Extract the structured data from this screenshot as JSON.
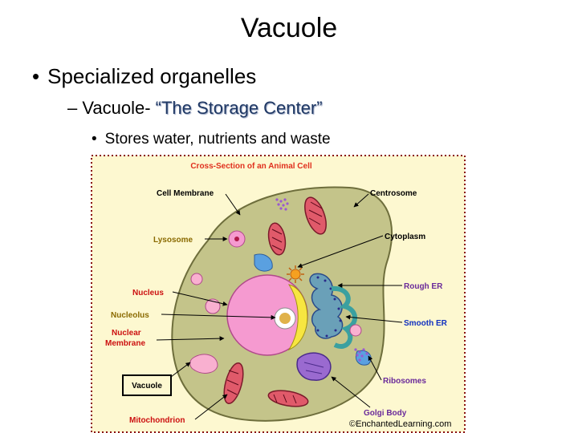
{
  "slide": {
    "title": "Vacuole",
    "bullet1": "Specialized organelles",
    "bullet2_prefix": "– Vacuole- ",
    "bullet2_quote": "“The Storage Center”",
    "bullet3": "Stores water, nutrients and waste"
  },
  "diagram": {
    "title": "Cross-Section of an Animal Cell",
    "copyright": "©EnchantedLearning.com",
    "labels": {
      "cell_membrane": "Cell Membrane",
      "centrosome": "Centrosome",
      "lysosome": "Lysosome",
      "cytoplasm": "Cytoplasm",
      "nucleus": "Nucleus",
      "rough_er": "Rough ER",
      "nucleolus": "Nucleolus",
      "smooth_er": "Smooth ER",
      "nuclear_membrane_1": "Nuclear",
      "nuclear_membrane_2": "Membrane",
      "vacuole": "Vacuole",
      "ribosomes": "Ribosomes",
      "mitochondrion": "Mitochondrion",
      "golgi_body": "Golgi Body"
    },
    "colors": {
      "background": "#fdf8d0",
      "cytoplasm": "#c4c48a",
      "nucleus": "#f59ad0",
      "nucleolus": "#f7e640",
      "title": "#e0301e",
      "label_black": "#000000",
      "label_red": "#cc1010",
      "label_olive": "#8a6a00",
      "label_purple": "#6a2a9a",
      "label_blue": "#1030c0"
    }
  }
}
